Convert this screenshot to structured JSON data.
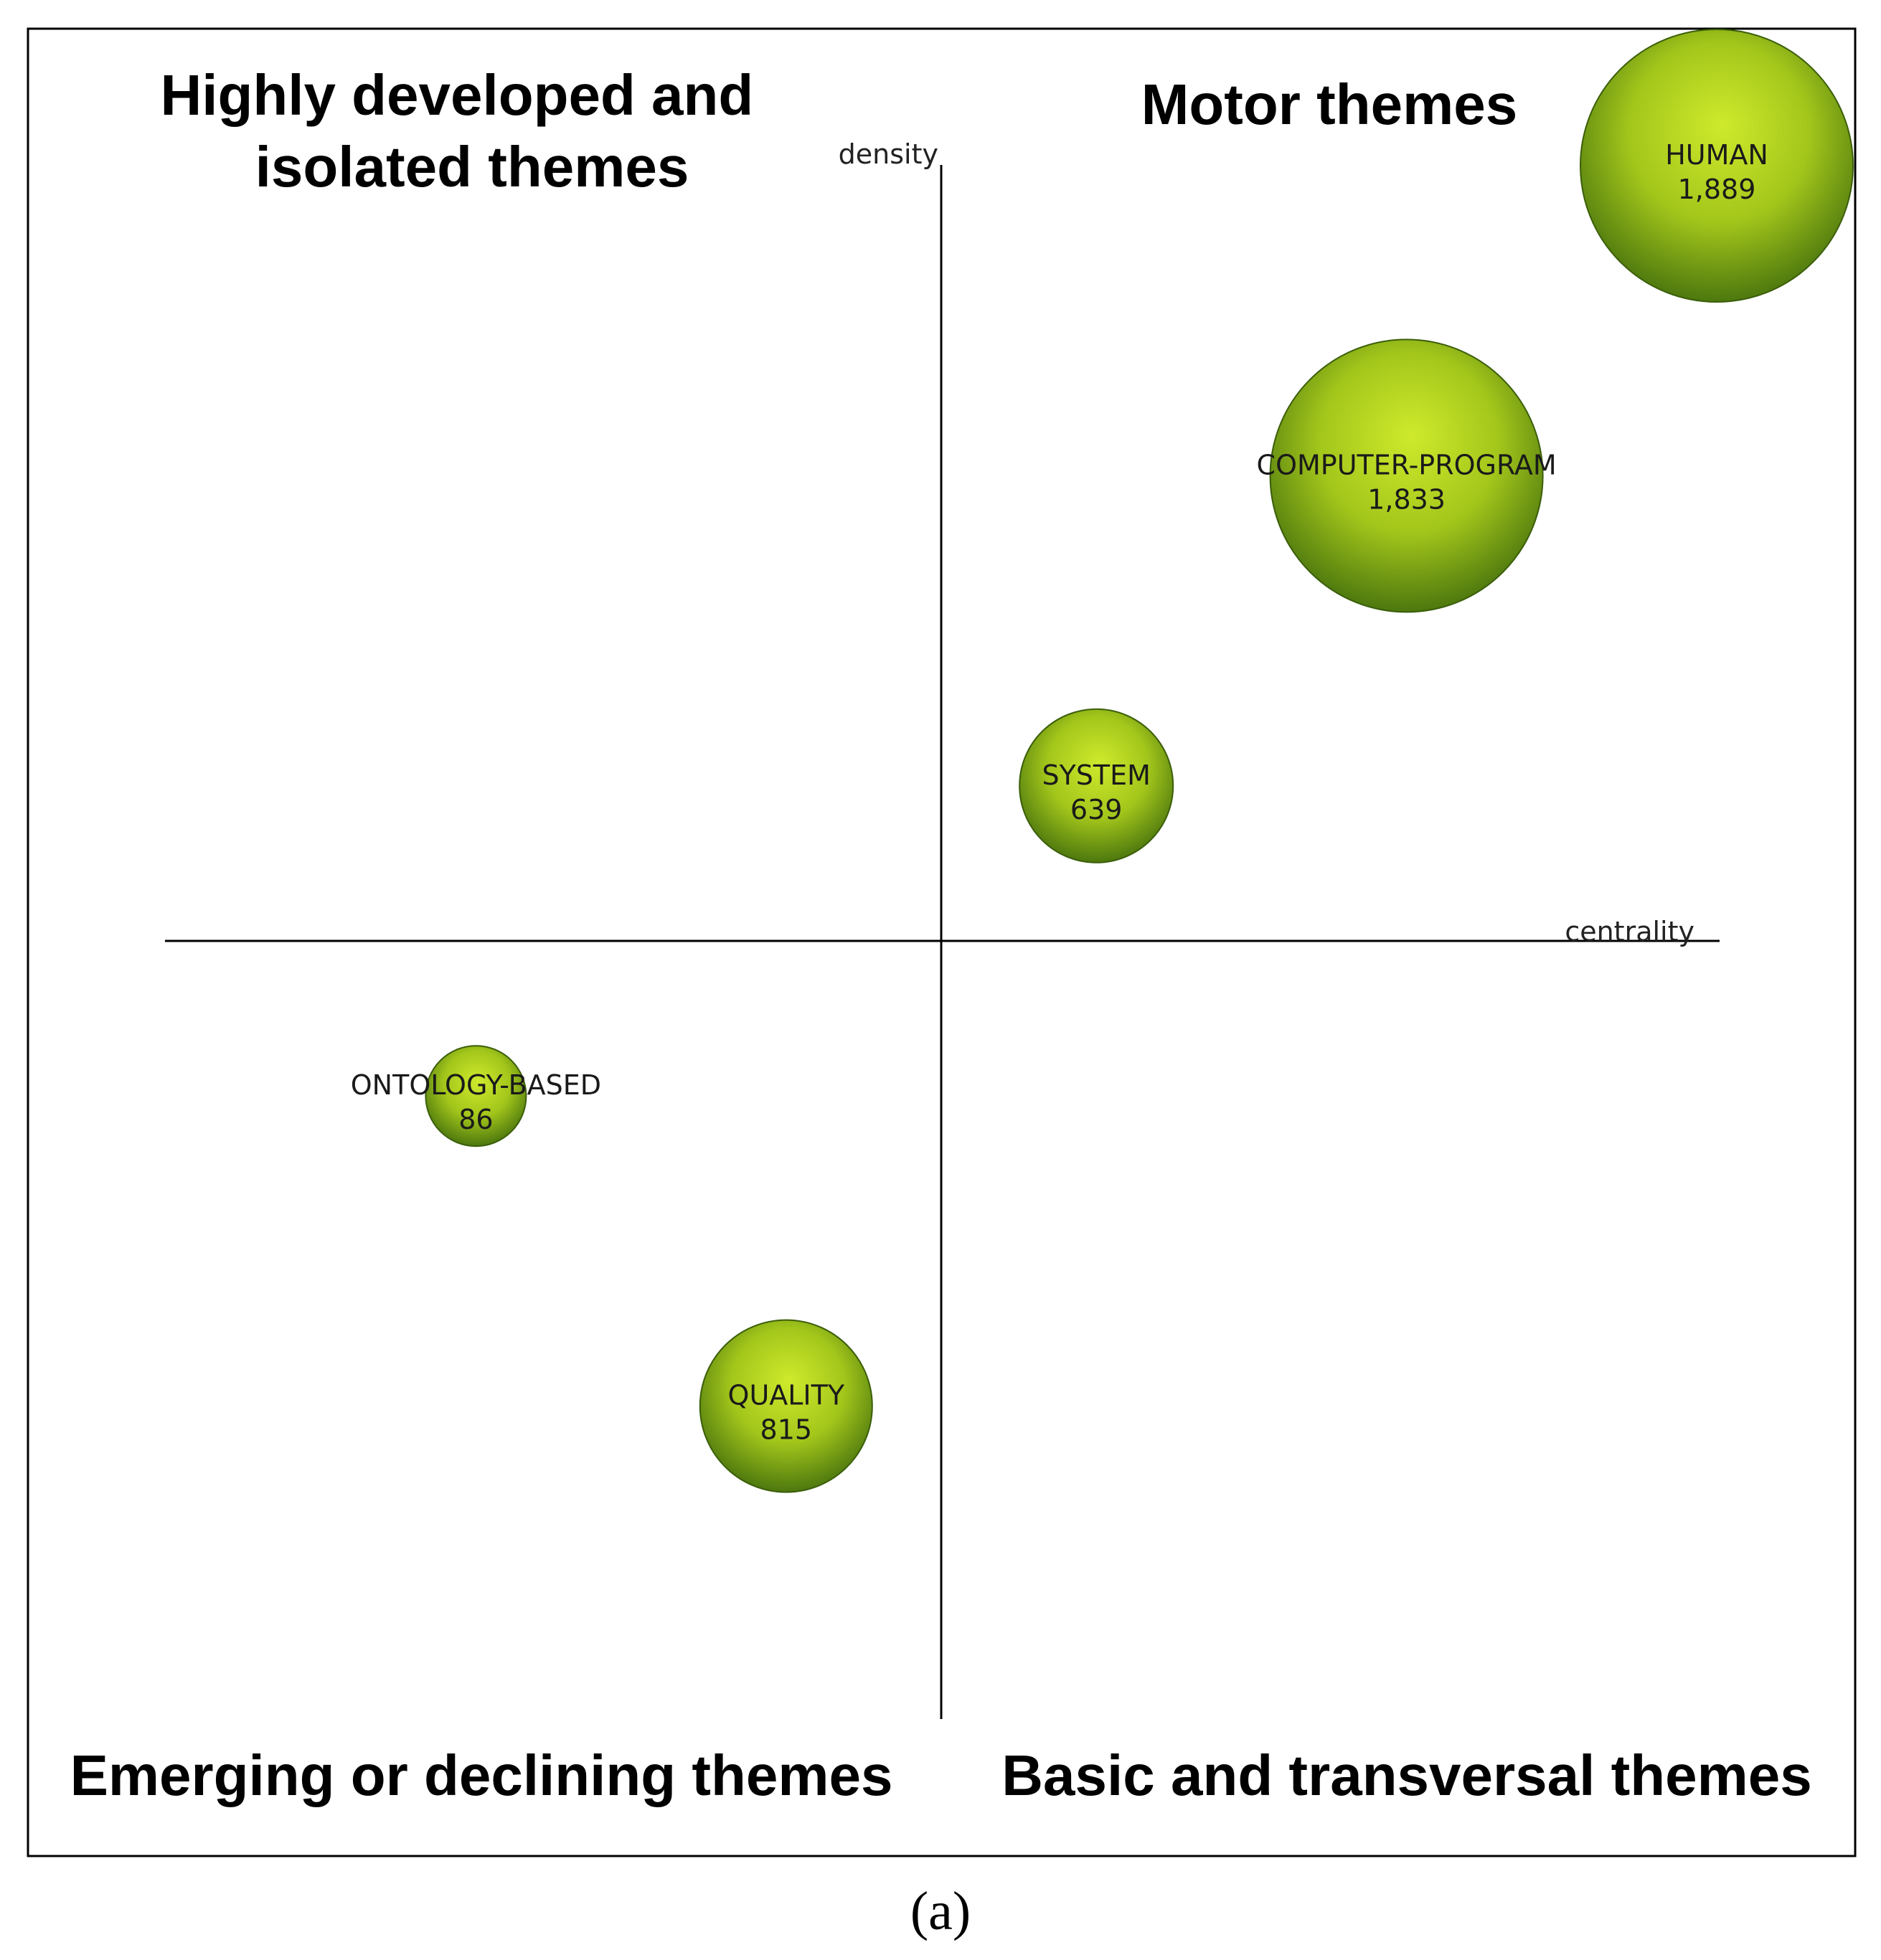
{
  "chart_data": {
    "type": "scatter",
    "subtype": "strategic-diagram",
    "xlabel": "centrality",
    "ylabel": "density",
    "quadrants": {
      "top_left": [
        "Highly developed and",
        "isolated themes"
      ],
      "top_right": [
        "Motor themes"
      ],
      "bottom_left": [
        "Emerging or declining themes"
      ],
      "bottom_right": [
        "Basic and transversal themes"
      ]
    },
    "points": [
      {
        "name": "HUMAN",
        "value": "1,889",
        "x": 1.0,
        "y": 1.0,
        "size": 1889
      },
      {
        "name": "COMPUTER-PROGRAM",
        "value": "1,833",
        "x": 0.6,
        "y": 0.6,
        "size": 1833
      },
      {
        "name": "SYSTEM",
        "value": "639",
        "x": 0.2,
        "y": 0.2,
        "size": 639
      },
      {
        "name": "ONTOLOGY-BASED",
        "value": "86",
        "x": -0.6,
        "y": -0.2,
        "size": 86
      },
      {
        "name": "QUALITY",
        "value": "815",
        "x": -0.2,
        "y": -0.6,
        "size": 815
      }
    ],
    "xlim": [
      -1,
      1
    ],
    "ylim": [
      -1,
      1
    ],
    "grid": false,
    "colors": {
      "bubble_light": "#c9e62a",
      "bubble_dark": "#4f7a0c",
      "axis": "#000000"
    }
  },
  "caption": "(a)"
}
